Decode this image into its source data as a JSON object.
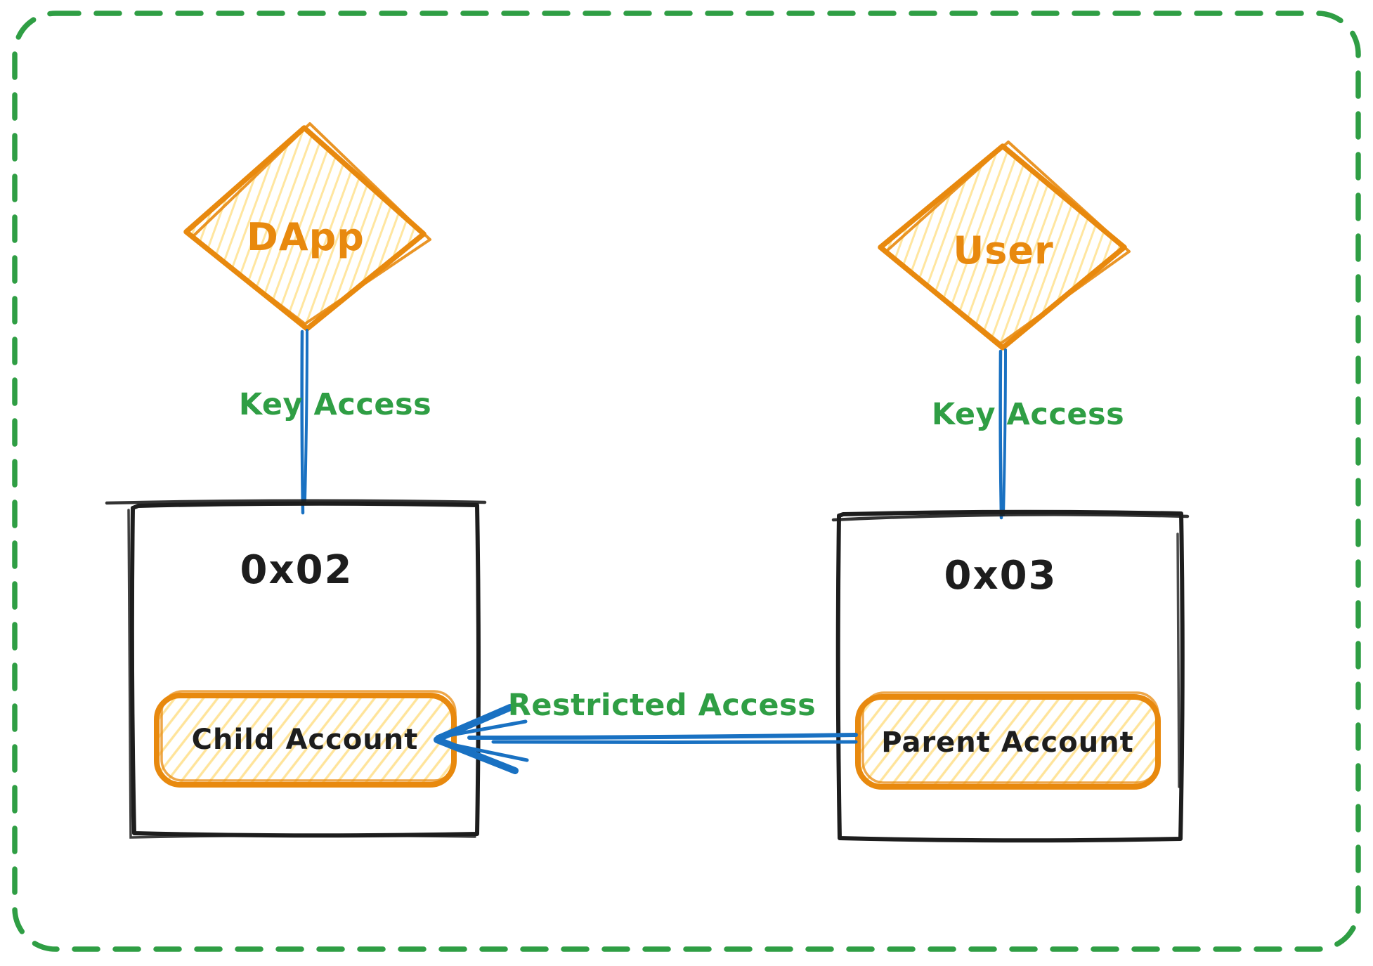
{
  "diagram": {
    "type": "sketch-flow-diagram",
    "actors": [
      {
        "id": "dapp",
        "label": "DApp",
        "shape": "diamond",
        "stroke": "#e8890e",
        "fill_hachure": "#ffd666"
      },
      {
        "id": "user",
        "label": "User",
        "shape": "diamond",
        "stroke": "#e8890e",
        "fill_hachure": "#ffd666"
      }
    ],
    "accounts": [
      {
        "id": "box-0x02",
        "label": "0x02",
        "inner_label": "Child Account",
        "box_stroke": "#1d1d1d",
        "inner_stroke": "#e8890e"
      },
      {
        "id": "box-0x03",
        "label": "0x03",
        "inner_label": "Parent Account",
        "box_stroke": "#1d1d1d",
        "inner_stroke": "#e8890e"
      }
    ],
    "edges": [
      {
        "from": "DApp",
        "to": "0x02",
        "label": "Key Access",
        "style": "double-line",
        "color": "#1971c2",
        "label_color": "#2f9e44"
      },
      {
        "from": "User",
        "to": "0x03",
        "label": "Key Access",
        "style": "double-line",
        "color": "#1971c2",
        "label_color": "#2f9e44"
      },
      {
        "from": "Parent Account",
        "to": "Child Account",
        "label": "Restricted Access",
        "style": "arrow",
        "color": "#1971c2",
        "label_color": "#2f9e44"
      }
    ],
    "frame": {
      "style": "dashed-rounded",
      "color": "#2f9e44"
    }
  },
  "colors": {
    "orange": "#e8890e",
    "orange_hachure": "#ffd666",
    "blue": "#1971c2",
    "green": "#2f9e44",
    "black": "#1d1d1d",
    "background": "#ffffff"
  }
}
